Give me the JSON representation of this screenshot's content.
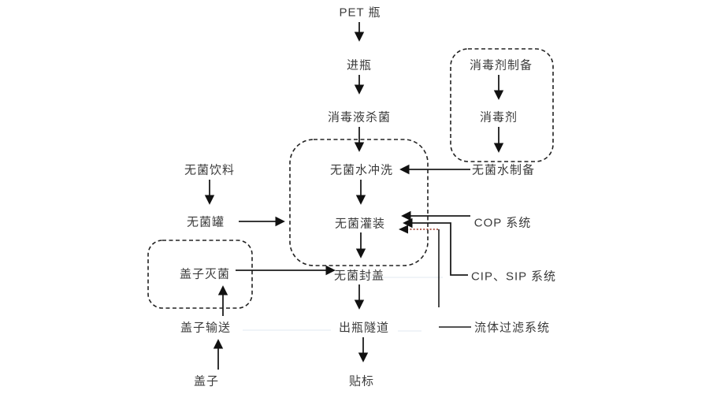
{
  "diagram": {
    "nodes": {
      "pet_bottle": {
        "label": "PET 瓶"
      },
      "infeed": {
        "label": "进瓶"
      },
      "disinfect": {
        "label": "消毒液杀菌"
      },
      "rinse": {
        "label": "无菌水冲洗"
      },
      "fill": {
        "label": "无菌灌装"
      },
      "cap_seal": {
        "label": "无菌封盖"
      },
      "tunnel": {
        "label": "出瓶隧道"
      },
      "labeling": {
        "label": "贴标"
      },
      "beverage": {
        "label": "无菌饮料"
      },
      "tank": {
        "label": "无菌罐"
      },
      "cap_sterilize": {
        "label": "盖子灭菌"
      },
      "cap_convey": {
        "label": "盖子输送"
      },
      "cap": {
        "label": "盖子"
      },
      "sanitizer_prep": {
        "label": "消毒剂制备"
      },
      "sanitizer": {
        "label": "消毒剂"
      },
      "water_prep": {
        "label": "无菌水制备"
      },
      "cop": {
        "label": "COP 系统"
      },
      "cip_sip": {
        "label": "CIP、SIP 系统"
      },
      "fluid_filter": {
        "label": "流体过滤系统"
      }
    },
    "edges": [
      {
        "from": "pet_bottle",
        "to": "infeed",
        "style": "solid-arrow"
      },
      {
        "from": "infeed",
        "to": "disinfect",
        "style": "solid-arrow"
      },
      {
        "from": "disinfect",
        "to": "rinse",
        "style": "solid-arrow"
      },
      {
        "from": "rinse",
        "to": "fill",
        "style": "solid-arrow"
      },
      {
        "from": "fill",
        "to": "cap_seal",
        "style": "solid-arrow"
      },
      {
        "from": "cap_seal",
        "to": "tunnel",
        "style": "solid-arrow"
      },
      {
        "from": "tunnel",
        "to": "labeling",
        "style": "solid-arrow"
      },
      {
        "from": "beverage",
        "to": "tank",
        "style": "solid-arrow"
      },
      {
        "from": "tank",
        "to": "fill",
        "style": "solid-arrow"
      },
      {
        "from": "cap",
        "to": "cap_convey",
        "style": "solid-arrow"
      },
      {
        "from": "cap_convey",
        "to": "cap_sterilize",
        "style": "solid-arrow"
      },
      {
        "from": "cap_sterilize",
        "to": "cap_seal",
        "style": "solid-arrow"
      },
      {
        "from": "sanitizer_prep",
        "to": "sanitizer",
        "style": "solid-arrow"
      },
      {
        "from": "sanitizer",
        "to": "water_prep",
        "style": "solid-arrow"
      },
      {
        "from": "water_prep",
        "to": "rinse",
        "style": "solid-arrow"
      },
      {
        "from": "cop",
        "to": "fill",
        "style": "solid-arrow"
      },
      {
        "from": "cip_sip",
        "to": "fill",
        "style": "elbow-arrow"
      },
      {
        "from": "fluid_filter",
        "to": "fill",
        "style": "elbow-red-dotted-arrow"
      }
    ],
    "dashed_groups": [
      {
        "members": [
          "sanitizer_prep",
          "sanitizer"
        ]
      },
      {
        "members": [
          "rinse",
          "fill"
        ]
      },
      {
        "members": [
          "cap_sterilize"
        ]
      }
    ],
    "colors": {
      "line": "#1c1c1c",
      "text": "#3b3b3b",
      "dashed_box": "#222222",
      "red_dotted": "#993322",
      "background": "#ffffff"
    }
  }
}
